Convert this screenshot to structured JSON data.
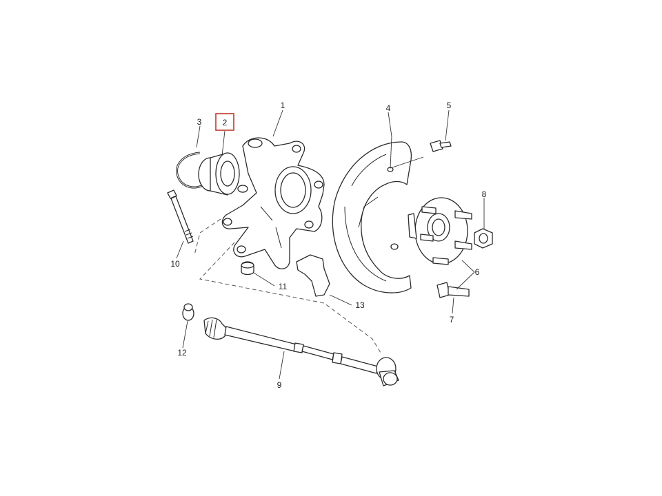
{
  "diagram": {
    "highlight_color": "#c0392b",
    "highlighted_part": "2",
    "callouts": {
      "c1": "1",
      "c2": "2",
      "c3": "3",
      "c4": "4",
      "c5": "5",
      "c6": "6",
      "c7": "7",
      "c8": "8",
      "c9": "9",
      "c10": "10",
      "c11": "11",
      "c12": "12",
      "c13": "13"
    }
  }
}
